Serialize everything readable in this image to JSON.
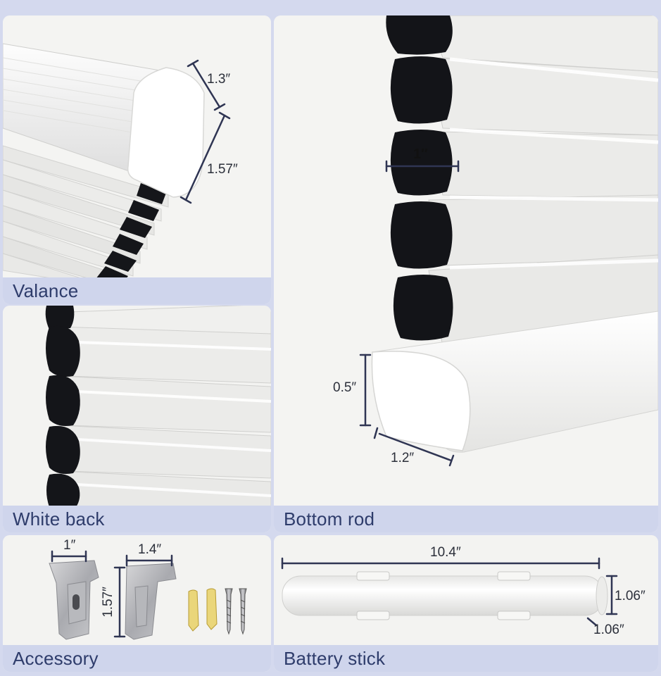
{
  "panels": {
    "valance": {
      "caption": "Valance",
      "dims": {
        "depth": "1.3″",
        "height": "1.57″"
      }
    },
    "white_back": {
      "caption": "White back"
    },
    "bottom_rod": {
      "caption": "Bottom rod",
      "dims": {
        "cell": "1″",
        "height": "0.5″",
        "depth": "1.2″"
      }
    },
    "accessory": {
      "caption": "Accessory",
      "dims": {
        "width": "1″",
        "depth": "1.4″",
        "height": "1.57″"
      }
    },
    "battery_stick": {
      "caption": "Battery stick",
      "dims": {
        "length": "10.4″",
        "height": "1.06″",
        "depth": "1.06″"
      }
    }
  },
  "colors": {
    "background": "#d4d9ee",
    "caption_bar": "#cfd5ec",
    "caption_text": "#2e3c6b",
    "panel": "#f3f3f1",
    "dim_line": "#2f3553"
  }
}
